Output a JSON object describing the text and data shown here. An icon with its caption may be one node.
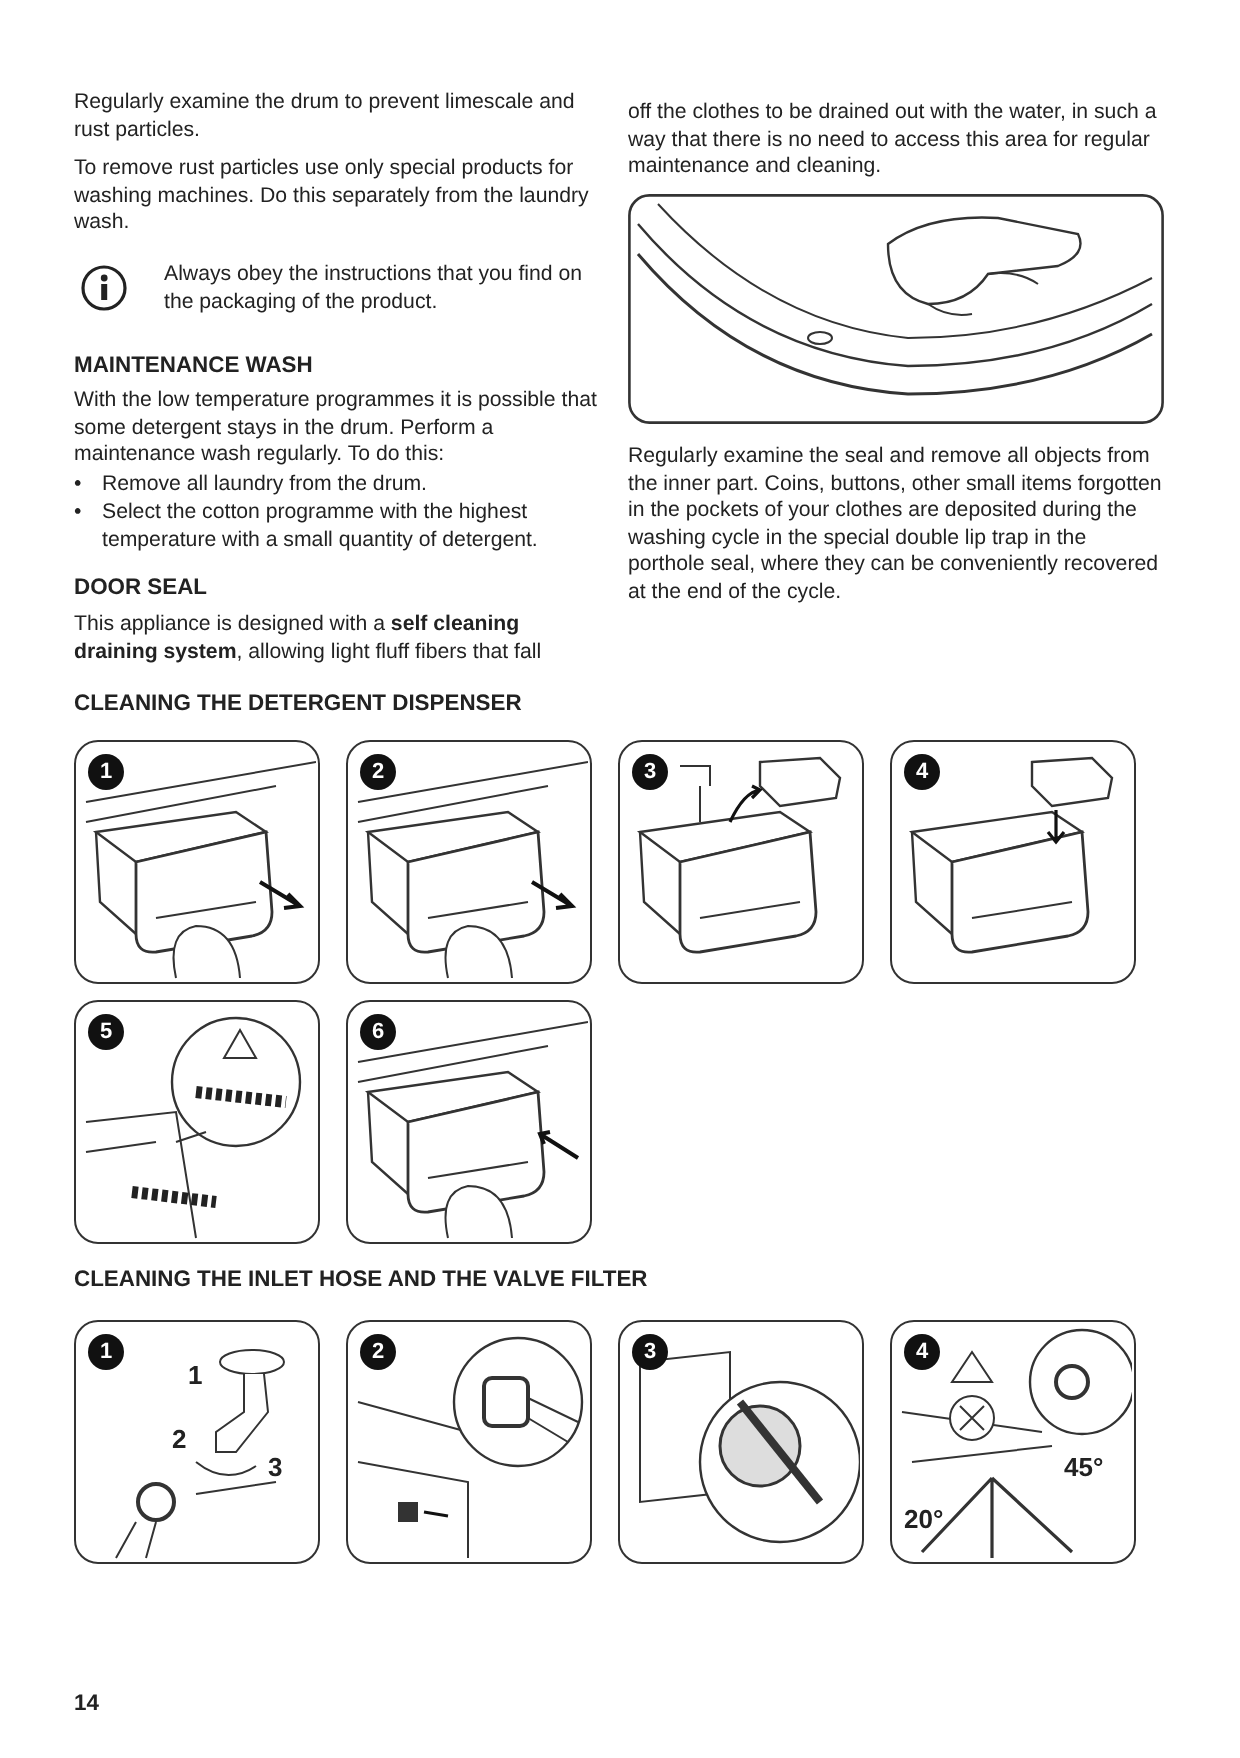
{
  "diagram": {
    "nodes": [
      {
        "text": [
          "1"
        ]
      },
      {
        "text": [
          "2"
        ]
      },
      {
        "text": [
          "3"
        ]
      },
      {
        "text": [
          "4"
        ]
      },
      {
        "text": [
          "5"
        ]
      },
      {
        "text": [
          "6"
        ]
      },
      {
        "text": [
          "1",
          "1",
          "2",
          "3"
        ]
      },
      {
        "text": [
          "2"
        ]
      },
      {
        "text": [
          "3"
        ]
      },
      {
        "text": [
          "4",
          "45°",
          "20°"
        ]
      }
    ],
    "edges": [],
    "labels": [
      "Regularly examine the drum to prevent limescale and rust particles.",
      "To remove rust particles use only special products for washing machines. Do this separately from the laundry wash.",
      "Always obey the instructions that you find on the packaging of the product.",
      "MAINTENANCE WASH",
      "With the low temperature programmes it is possible that some detergent stays in the drum. Perform a maintenance wash regularly. To do this:",
      "•",
      "Remove all laundry from the drum.",
      "•",
      "Select the cotton programme with the highest temperature with a small quantity of detergent.",
      "DOOR SEAL",
      "This appliance is designed with a **self cleaning draining system**, allowing light fluff fibers that fall",
      "off the clothes to be drained out with the water, in such a way that there is no need to access this area for regular maintenance and cleaning.",
      "Regularly examine the seal and remove all objects from the inner part. Coins, buttons, other small items forgotten in the pockets of your clothes are deposited during the washing cycle in the special double lip trap in the porthole seal, where they can be conveniently recovered at the end of the cycle.",
      "CLEANING THE DETERGENT DISPENSER",
      "CLEANING THE INLET HOSE AND THE VALVE FILTER",
      "14"
    ]
  }
}
